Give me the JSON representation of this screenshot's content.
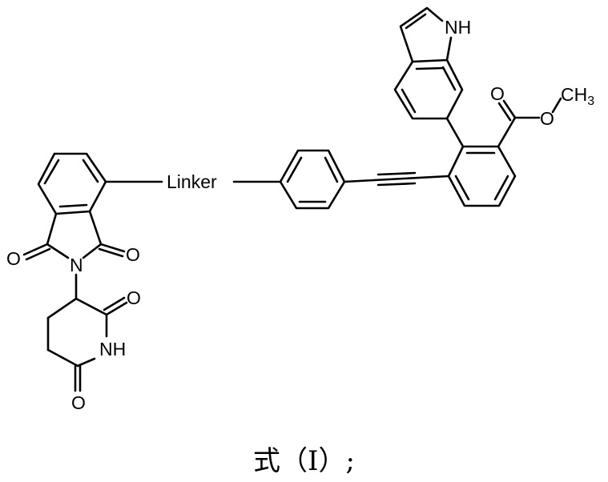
{
  "labels": {
    "indole_nh": "NH",
    "carbonyl_o": "O",
    "ester_o": "O",
    "methyl": "CH",
    "methyl_sub": "3",
    "linker": "Linker",
    "imide_o_left": "O",
    "imide_n": "N",
    "imide_o_right": "O",
    "glut_o_top": "O",
    "glut_nh": "NH",
    "glut_o_bottom": "O"
  },
  "caption": "式（I）;"
}
